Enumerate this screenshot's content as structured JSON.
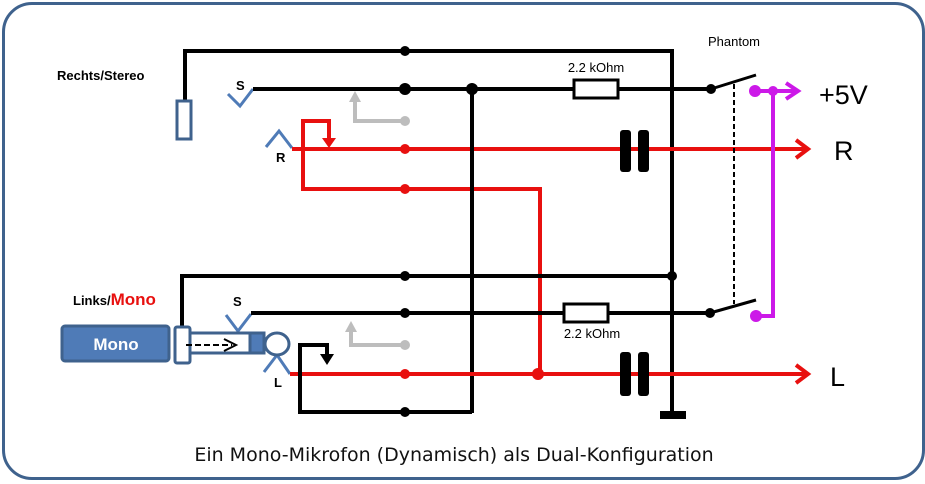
{
  "colors": {
    "frame": "#3f628d",
    "wire": "#000000",
    "signal": "#e8100f",
    "phantom": "#cc19e8",
    "gray": "#bdbdbd",
    "plug": "#4f7bb7",
    "plug_border": "#3f628d"
  },
  "labels": {
    "right_jack": "Rechts/Stereo",
    "left_jack_prefix": "Links/",
    "left_jack_mono": "Mono",
    "plug": "Mono",
    "s_top": "S",
    "r_contact": "R",
    "s_bottom": "S",
    "l_contact": "L",
    "resistor_top": "2.2 kOhm",
    "resistor_bottom": "2.2 kOhm",
    "phantom": "Phantom",
    "out_5v": "+5V",
    "out_r": "R",
    "out_l": "L"
  },
  "caption": "Ein Mono-Mikrofon (Dynamisch) als Dual-Konfiguration"
}
